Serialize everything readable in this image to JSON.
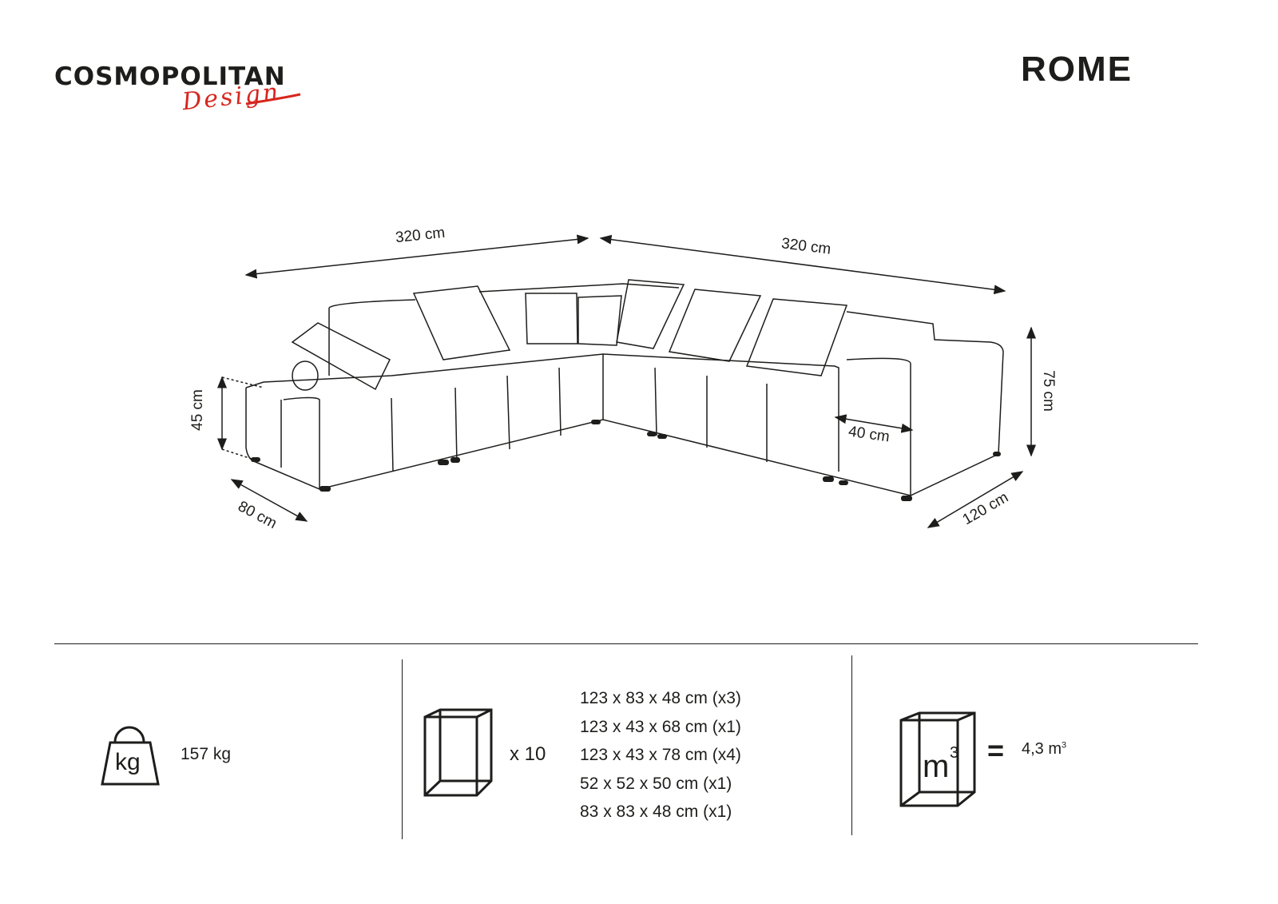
{
  "brand": {
    "name": "COSMOPOLITAN",
    "script": "Design",
    "accent_color": "#d7261e"
  },
  "product": {
    "title": "ROME"
  },
  "dimensions": {
    "left_width": "320 cm",
    "right_width": "320 cm",
    "seat_height": "45 cm",
    "total_height": "75 cm",
    "left_depth": "80 cm",
    "right_depth": "120 cm",
    "armrest_width": "40 cm"
  },
  "specs": {
    "weight": {
      "icon": "weight-kg-icon",
      "icon_label": "kg",
      "value": "157 kg"
    },
    "packages": {
      "icon": "box-icon",
      "count": "x 10",
      "list": [
        "123 x 83 x 48 cm (x3)",
        "123 x 43 x 68 cm (x1)",
        "123 x 43 x 78 cm (x4)",
        "52 x 52 x 50 cm (x1)",
        "83 x 83 x 48 cm (x1)"
      ]
    },
    "volume": {
      "icon": "volume-box-icon",
      "icon_label": "m",
      "icon_sup": "3",
      "equals": "=",
      "value": "4,3 m",
      "value_sup": "3"
    }
  }
}
